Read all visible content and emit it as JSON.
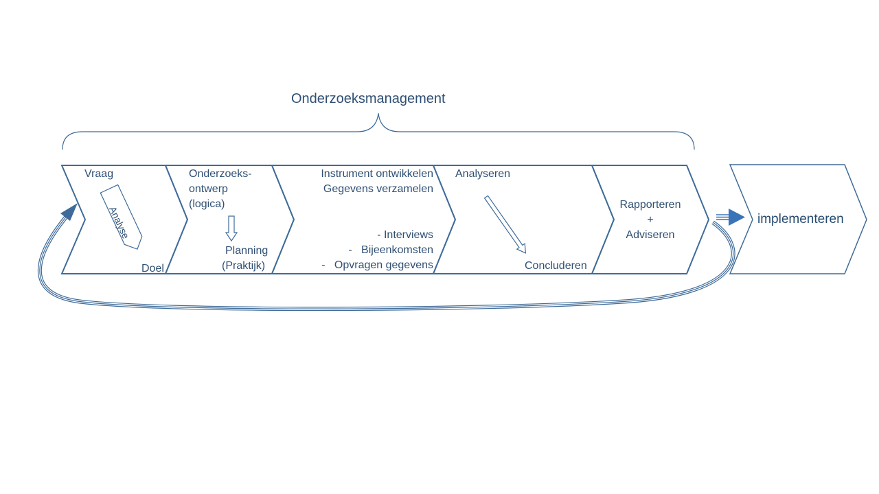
{
  "title": "Onderzoeksmanagement",
  "colors": {
    "stroke": "#3e6b99",
    "text": "#2f4f73",
    "accent_arrow": "#3a74b8"
  },
  "stages": [
    {
      "id": "vraag",
      "top": "Vraag",
      "inner_arrow_label": "Analyse",
      "bottom": "Doel"
    },
    {
      "id": "ontwerp",
      "lines": [
        "Onderzoeks-",
        "ontwerp",
        "(logica)"
      ],
      "bottom_lines": [
        "Planning",
        "(Praktijk)"
      ]
    },
    {
      "id": "instrument",
      "lines": [
        "Instrument ontwikkelen",
        "Gegevens verzamelen"
      ],
      "list": [
        "- Interviews",
        "-   Bijeenkomsten",
        "-   Opvragen gegevens"
      ]
    },
    {
      "id": "analyseren",
      "top": "Analyseren",
      "bottom": "Concluderen"
    },
    {
      "id": "rapporteren",
      "lines": [
        "Rapporteren",
        "+",
        "Adviseren"
      ]
    }
  ],
  "final_stage": {
    "label": "implementeren"
  }
}
